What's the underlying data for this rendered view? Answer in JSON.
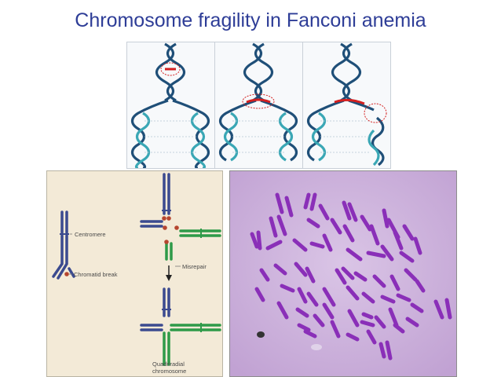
{
  "slide": {
    "title": "Chromosome fragility in Fanconi anemia"
  },
  "diagram_labels": {
    "centromere": "Centromere",
    "chromatid_break": "Chromatid break",
    "misrepair": "Misrepair",
    "quadriradial_line1": "Quadriradial",
    "quadriradial_line2": "chromosome"
  },
  "colors": {
    "title": "#2e3d97",
    "dna_dark": "#1f4f78",
    "dna_teal": "#3aa7b5",
    "crosslink": "#d42020",
    "chromosome_blue": "#3b4a8f",
    "chromosome_green": "#2e9a48",
    "break_point": "#b5452f",
    "spread_bg": "#ceb5dc",
    "spread_chromosome": "#8a2fb8"
  },
  "icons": [
    "down-arrow-icon"
  ]
}
